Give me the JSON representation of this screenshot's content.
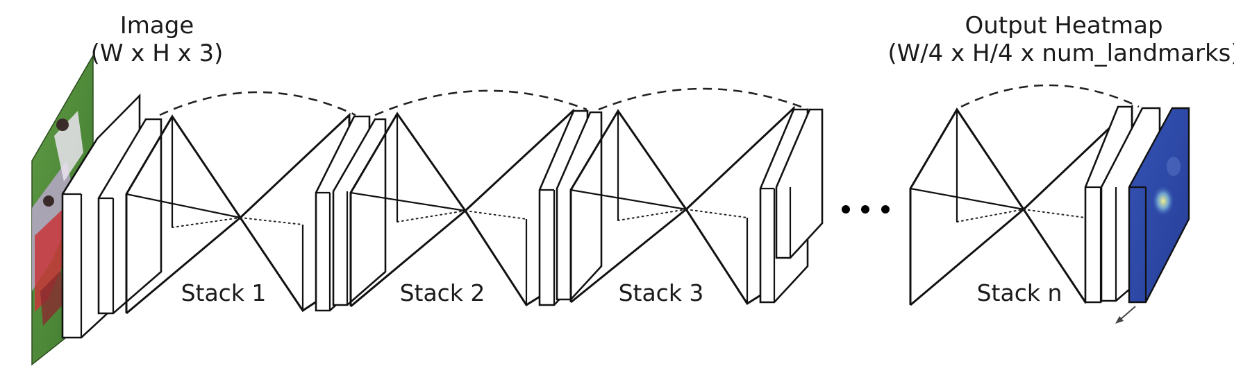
{
  "input": {
    "title": "Image",
    "subtitle": "(W x H x 3)"
  },
  "output": {
    "title": "Output Heatmap",
    "subtitle": "(W/4 x H/4 x num_landmarks)"
  },
  "stacks": [
    {
      "label": "Stack 1"
    },
    {
      "label": "Stack 2"
    },
    {
      "label": "Stack 3"
    },
    {
      "label": "Stack n"
    }
  ],
  "colors": {
    "field_green": "#4f8a3a",
    "heatmap_blue": "#2f49a8",
    "ellipsis": "#000000"
  },
  "icons": [
    "ellipsis-dots",
    "output-arrow"
  ]
}
